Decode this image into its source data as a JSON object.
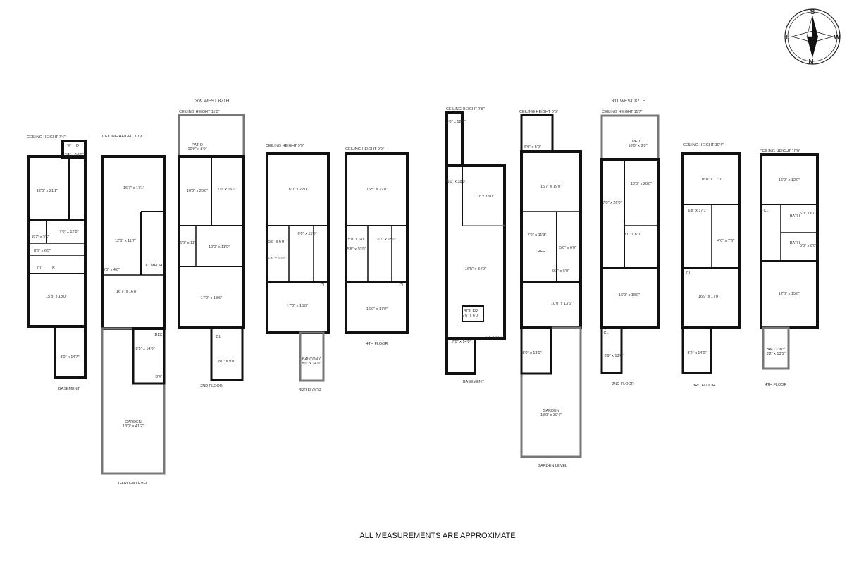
{
  "compass": {
    "n": "N",
    "s": "S",
    "e": "E",
    "w": "W"
  },
  "footer_note": "ALL MEASUREMENTS ARE APPROXIMATE",
  "buildings": {
    "309": "309 WEST 87TH",
    "311": "311 WEST 87TH"
  },
  "ceiling": {
    "a_basement": "CEILING HEIGHT 7'4\"",
    "a_garden": "CEILING HEIGHT 10'9\"",
    "a_2nd": "CEILING HEIGHT 11'0\"",
    "a_3rd": "CEILING HEIGHT 9'9\"",
    "a_4th": "CEILING HEIGHT 9'9\"",
    "b_basement": "CEILING HEIGHT 7'8\"",
    "b_garden": "CEILING HEIGHT 8'3\"",
    "b_2nd": "CEILING HEIGHT 11'7\"",
    "b_3rd": "CEILING HEIGHT 10'4\"",
    "b_4th": "CEILING HEIGHT 10'0\""
  },
  "floor_names": {
    "a_basement": "BASEMENT",
    "a_garden": "GARDEN LEVEL",
    "a_2nd": "2ND FLOOR",
    "a_3rd": "3RD FLOOR",
    "a_4th": "4TH FLOOR",
    "b_basement": "BASEMENT",
    "b_garden": "GARDEN LEVEL",
    "b_2nd": "2ND FLOOR",
    "b_3rd": "3RD FLOOR",
    "b_4th": "4TH FLOOR"
  },
  "rooms": {
    "a_b_1": "12'0\" x 21'1\"",
    "a_b_2": "3'4\" x 10'0\"",
    "a_b_3": "6'7\" x 3'6\"",
    "a_b_4": "7'0\" x 12'0\"",
    "a_b_5": "8'0\" x 6'5\"",
    "a_b_6": "15'8\" x 18'0\"",
    "a_b_7": "8'0\" x 14'7\"",
    "a_g_1": "16'7\" x 17'1\"",
    "a_g_2": "12'0\" x 11'7\"",
    "a_g_3": "5'0\" x 4'0\"",
    "a_g_4": "16'7\" x 16'8\"",
    "a_g_5": "8'5\" x 14'0\"",
    "a_g_garden_name": "GARDEN",
    "a_g_garden": "18'0\" x 41'2\"",
    "a_2_patio_name": "PATIO",
    "a_2_patio": "10'0\" x 8'0\"",
    "a_2_1": "10'0\" x 20'0\"",
    "a_2_2": "7'0\" x 16'0\"",
    "a_2_3": "6'0\" x 11'",
    "a_2_4": "10'0\" x 11'0\"",
    "a_2_5": "17'0\" x 18'6\"",
    "a_2_6": "8'0\" x 9'0\"",
    "a_3_1": "16'0\" x 22'0\"",
    "a_3_2": "5'8\" x 6'0\"",
    "a_3_3": "6'0\" x 15'0\"",
    "a_3_4": "5'8\" x 10'0\"",
    "a_3_5": "17'0\" x 16'0\"",
    "a_3_balc_name": "BALCONY",
    "a_3_balc": "8'0\" x 14'0\"",
    "a_4_1": "16'5\" x 22'0\"",
    "a_4_2": "5'8\" x 6'0\"",
    "a_4_3": "6'7\" x 15'0\"",
    "a_4_4": "5'8\" x 10'0\"",
    "a_4_5": "16'0\" x 17'0\"",
    "b_b_1": "5'0\" x 12'0\"",
    "b_b_2": "5'0\" x 18'0\"",
    "b_b_3": "11'0\" x 18'0\"",
    "b_b_4": "16'5\" x 34'0\"",
    "b_b_boiler": "BOILER",
    "b_b_5": "9'6\" x 6'0\"",
    "b_b_6": "7'0\" x 14'0\"",
    "b_b_7": "7'0\" x 4'0\"",
    "b_g_1": "6'0\" x 5'0\"",
    "b_g_2": "15'7\" x 19'0\"",
    "b_g_3": "7'2\" x 11'3\"",
    "b_g_4": "5'0\" x 6'0\"",
    "b_g_5": "9'2\" x 6'0\"",
    "b_g_6": "10'0\" x 13'6\"",
    "b_g_7": "8'0\" x 13'0\"",
    "b_g_garden_name": "GARDEN",
    "b_g_garden": "18'0\" x 39'4\"",
    "b_2_patio_name": "PATIO",
    "b_2_patio": "10'0\" x 8'0\"",
    "b_2_1": "10'0\" x 20'0\"",
    "b_2_2": "7'0\" x 26'0\"",
    "b_2_3": "4'0\" x 6'0\"",
    "b_2_4": "16'9\" x 18'0\"",
    "b_2_5": "8'9\" x 13'0\"",
    "b_3_1": "16'0\" x 17'0\"",
    "b_3_2": "6'8\" x 17'1\"",
    "b_3_3": "4'0\" x 7'6\"",
    "b_3_4": "16'9\" x 17'0\"",
    "b_3_5": "8'2\" x 14'0\"",
    "b_4_1": "16'0\" x 12'0\"",
    "b_4_bath": "BATH",
    "b_4_2": "5'0\" x 6'0\"",
    "b_4_3": "5'0\" x 6'0\"",
    "b_4_4": "17'0\" x 15'0\"",
    "b_4_balc_name": "BALCONY",
    "b_4_balc": "8'2\" x 13'1\""
  },
  "labels": {
    "cl": "CL",
    "mech": "MECH",
    "ref": "REF",
    "dw": "DW",
    "w": "W",
    "d": "D",
    "b": "B"
  }
}
